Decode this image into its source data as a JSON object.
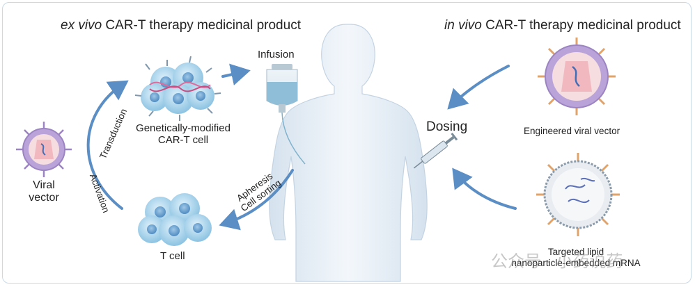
{
  "titles": {
    "ex_vivo_italic": "ex vivo",
    "ex_vivo_rest": " CAR-T therapy medicinal product",
    "in_vivo_italic": "in vivo",
    "in_vivo_rest": " CAR-T therapy medicinal product"
  },
  "labels": {
    "infusion": "Infusion",
    "gm_cell_line1": "Genetically-modified",
    "gm_cell_line2": "CAR-T cell",
    "viral_line1": "Viral",
    "viral_line2": "vector",
    "transduction": "Transduction",
    "activation": "Activation",
    "t_cell": "T cell",
    "apheresis": "Apheresis",
    "cell_sorting": "Cell sorting",
    "dosing": "Dosing",
    "engineered_viral_vector": "Engineered viral vector",
    "targeted_line1": "Targeted lipid",
    "targeted_line2": "nanoparticle-embedded mRNA"
  },
  "watermark": "公众号 · 小药说药",
  "colors": {
    "border": "#c9d9e6",
    "arrow": "#5b8ec4",
    "cell": "#a9d3ea",
    "body": "#e4edf5",
    "viral_purple": "#9c84c2",
    "viral_pink": "#f2c2c8",
    "lnp_spike": "#e0a36a"
  }
}
